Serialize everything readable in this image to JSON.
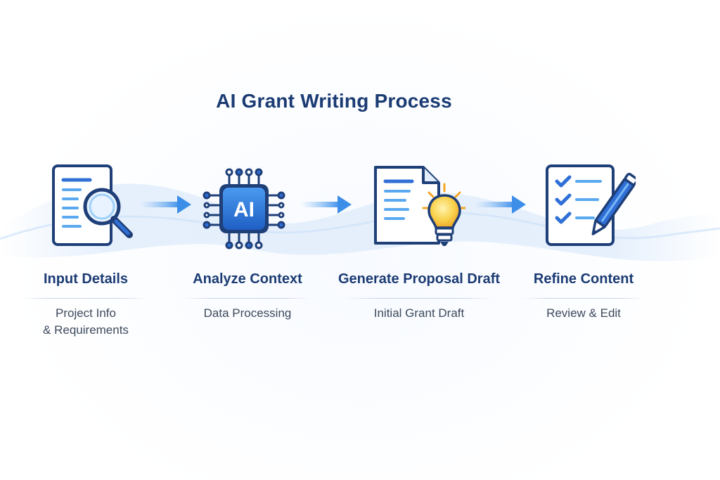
{
  "diagram": {
    "title": "AI Grant Writing Process",
    "colors": {
      "title": "#1b3b73",
      "accent": "#2f6fd6",
      "light_accent": "#5aa9f0",
      "bulb": "#f5c23a",
      "text": "#3d4a5c"
    },
    "steps": [
      {
        "icon": "document-search-icon",
        "title": "Input Details",
        "desc_line1": "Project Info",
        "desc_line2": "& Requirements"
      },
      {
        "icon": "ai-chip-icon",
        "chip_label": "AI",
        "title": "Analyze Context",
        "desc_line1": "Data Processing",
        "desc_line2": ""
      },
      {
        "icon": "document-lightbulb-icon",
        "title": "Generate Proposal Draft",
        "desc_line1": "Initial Grant Draft",
        "desc_line2": ""
      },
      {
        "icon": "checklist-pencil-icon",
        "title": "Refine Content",
        "desc_line1": "Review & Edit",
        "desc_line2": ""
      }
    ],
    "arrows": [
      "arrow-right-icon",
      "arrow-right-icon",
      "arrow-right-icon"
    ]
  }
}
